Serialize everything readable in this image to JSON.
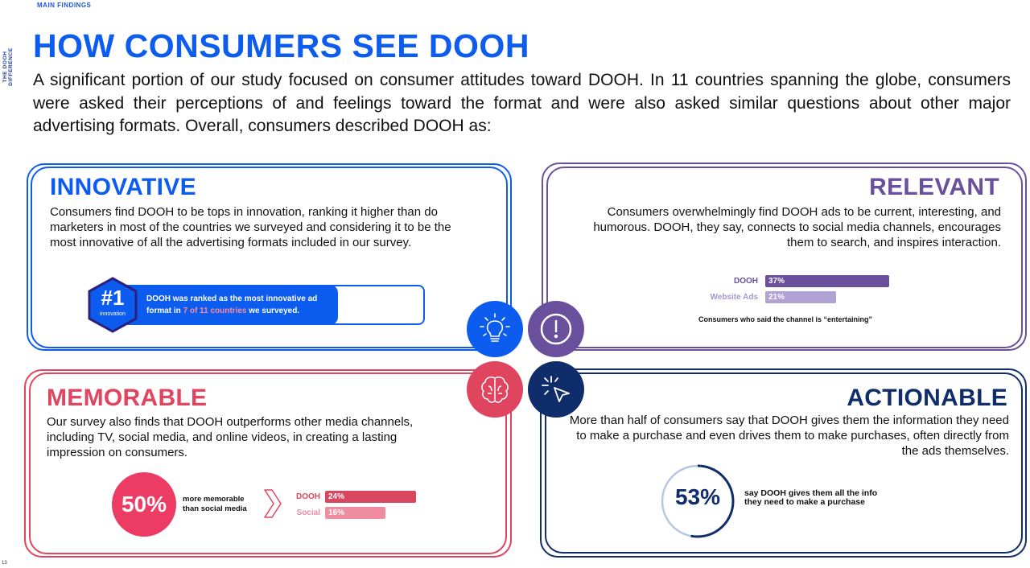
{
  "header": {
    "section": "MAIN FINDINGS",
    "side_label": "THE DOOH DIFFERENCE",
    "page_number": "13",
    "title": "HOW CONSUMERS SEE DOOH",
    "intro": "A significant portion of our study focused on consumer attitudes toward DOOH. In 11 countries spanning the globe, consumers were asked their perceptions of and feelings toward the format and were also asked similar questions about other major advertising formats. Overall, consumers described DOOH as:"
  },
  "colors": {
    "blue": "#0d5cf0",
    "purple": "#6a4f9c",
    "red": "#e0455f",
    "navy": "#0f2d6b"
  },
  "innovative": {
    "title": "INNOVATIVE",
    "body": "Consumers find DOOH to be tops in innovation, ranking it higher than do marketers in most of the countries we surveyed and considering it to be the most innovative of all the advertising formats included in our survey.",
    "badge_rank": "#1",
    "badge_label": "innovation",
    "callout_pre": "DOOH was ranked as the most innovative ad format in ",
    "callout_highlight": "7 of 11 countries",
    "callout_post": " we surveyed."
  },
  "relevant": {
    "title": "RELEVANT",
    "body": "Consumers overwhelmingly find DOOH ads to be current, interesting, and humorous. DOOH, they say, connects to social media channels, encourages them to search, and inspires interaction.",
    "chart_caption": "Consumers who said the channel is “entertaining”",
    "bars": [
      {
        "label": "DOOH",
        "value": 37,
        "text": "37%"
      },
      {
        "label": "Website Ads",
        "value": 21,
        "text": "21%"
      }
    ]
  },
  "memorable": {
    "title": "MEMORABLE",
    "body": "Our survey also finds that DOOH outperforms other media channels, including TV, social media, and online videos, in creating a lasting impression on consumers.",
    "stat": "50%",
    "stat_line1": "more memorable",
    "stat_line2": "than social media",
    "bars": [
      {
        "label": "DOOH",
        "value": 24,
        "text": "24%"
      },
      {
        "label": "Social",
        "value": 16,
        "text": "16%"
      }
    ]
  },
  "actionable": {
    "title": "ACTIONABLE",
    "body": "More than half of consumers say that DOOH gives them the information they need to make a purchase and even drives them to make purchases, often directly from the ads themselves.",
    "stat": "53%",
    "stat_value": 53,
    "stat_line1": "say DOOH gives them all the info",
    "stat_line2": "they need to make a purchase"
  }
}
